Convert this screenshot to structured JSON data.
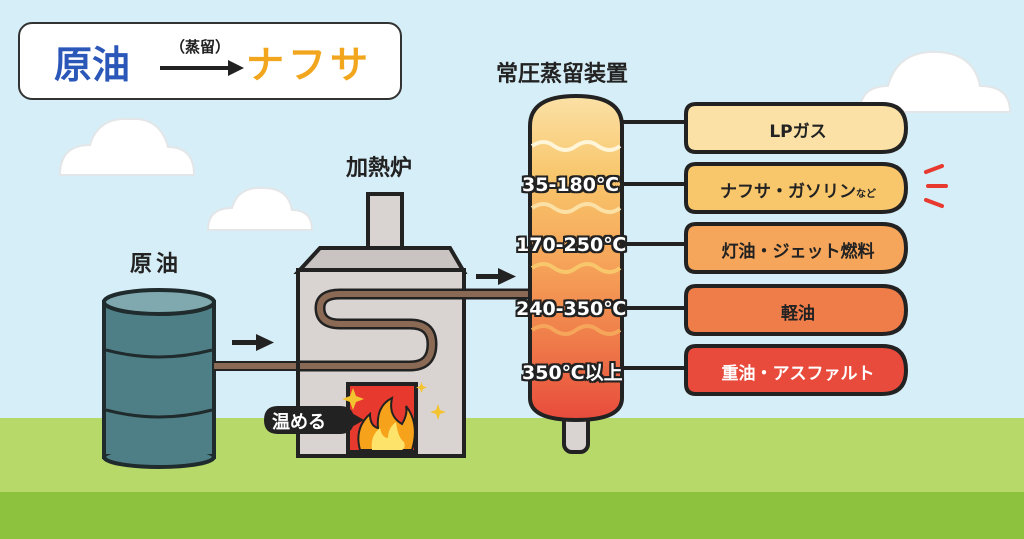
{
  "title": {
    "source": "原油",
    "process": "（蒸留）",
    "product": "ナフサ"
  },
  "labels": {
    "crude_oil": "原油",
    "furnace": "加熱炉",
    "tower": "常圧蒸留装置",
    "heat": "温める"
  },
  "fractions": [
    {
      "temp": "",
      "name": "LPガス",
      "suffix": ""
    },
    {
      "temp": "35-180℃",
      "name": "ナフサ・ガソリン",
      "suffix": "など"
    },
    {
      "temp": "170-250℃",
      "name": "灯油・ジェット燃料",
      "suffix": ""
    },
    {
      "temp": "240-350℃",
      "name": "軽油",
      "suffix": ""
    },
    {
      "temp": "350℃以上",
      "name": "重油・アスファルト",
      "suffix": ""
    }
  ],
  "colors": {
    "sky": "#d6eef7",
    "grass": "#b6d96a",
    "grass_dark": "#8dc23e",
    "title_blue": "#2a57b8",
    "title_orange": "#f2a61e",
    "barrel": "#4f7f86",
    "furnace": "#d9d4d2",
    "pipe": "#8a6a55",
    "fraction_1": "#fbe1a6",
    "fraction_2": "#f8c66b",
    "fraction_3": "#f6a65a",
    "fraction_4": "#ef7d4a",
    "fraction_5": "#e84b3c"
  },
  "icons": [
    "arrow-right-icon",
    "cloud-icon",
    "flame-icon",
    "sparkle-icon",
    "emphasis-lines-icon"
  ]
}
